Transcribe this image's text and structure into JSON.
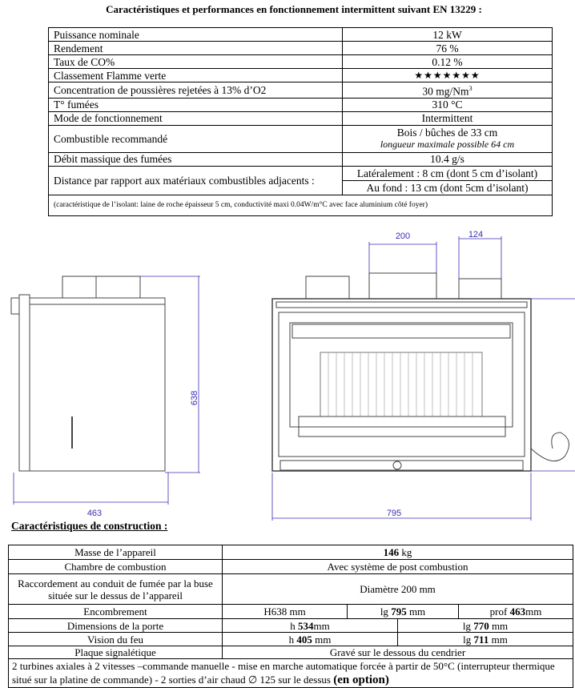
{
  "performance": {
    "title": "Caractéristiques et performances en fonctionnement intermittent suivant EN 13229 :",
    "rows": [
      {
        "label": "Puissance nominale",
        "value": "12 kW"
      },
      {
        "label": "Rendement",
        "value": "76 %"
      },
      {
        "label": "Taux de CO%",
        "value": "0.12 %"
      },
      {
        "label": "Classement Flamme verte",
        "value": "★★★★★★★"
      },
      {
        "label": "Concentration de poussières rejetées à 13% d’O2",
        "value": "30 mg/Nm",
        "sup": "3"
      },
      {
        "label": "T° fumées",
        "value": "310 °C"
      },
      {
        "label": "Mode de fonctionnement",
        "value": "Intermittent"
      },
      {
        "label": "Combustible recommandé",
        "value": "Bois / bûches de 33 cm",
        "value2": "longueur maximale possible 64 cm"
      },
      {
        "label": "Débit massique des fumées",
        "value": "10.4 g/s"
      },
      {
        "label": "Distance par rapport aux matériaux combustibles adjacents :",
        "value": "Latéralement : 8 cm (dont 5 cm d’isolant)",
        "value2": "Au fond : 13 cm (dont 5cm d’isolant)"
      }
    ],
    "note": "(caractéristique de l’isolant: laine de roche épaisseur 5 cm, conductivité maxi 0.04W/m°C avec face aluminium côté foyer)"
  },
  "drawing": {
    "dim_height": "638",
    "dim_depth": "463",
    "dim_width": "795",
    "dim_outlet": "200",
    "dim_air": "124",
    "line_color": "#3a2fb0"
  },
  "construction": {
    "title": "Caractéristiques de construction :",
    "mass_label": "Masse de l’appareil",
    "mass_bold": "146",
    "mass_unit": " kg",
    "chamber_label": "Chambre de combustion",
    "chamber_value": "Avec système de post combustion",
    "flue_label": "Raccordement au conduit de fumée par la buse située sur le dessus de l’appareil",
    "flue_value": "Diamètre 200 mm",
    "size_label": "Encombrement",
    "size_h": "H638 mm",
    "size_lg_pre": "lg ",
    "size_lg": "795",
    "size_lg_unit": " mm",
    "size_prof_pre": "prof ",
    "size_prof": "463",
    "size_prof_unit": "mm",
    "door_label": "Dimensions de la porte",
    "door_h_pre": "h ",
    "door_h": "534",
    "door_h_unit": "mm",
    "door_lg_pre": "lg ",
    "door_lg": "770",
    "door_lg_unit": " mm",
    "vision_label": "Vision  du feu",
    "vision_h_pre": "h ",
    "vision_h": "405",
    "vision_h_unit": " mm",
    "vision_lg_pre": "lg ",
    "vision_lg": "711",
    "vision_lg_unit": " mm",
    "plate_label": "Plaque signalétique",
    "plate_value": "Gravé sur le dessous du cendrier",
    "footer": "2 turbines axiales à 2 vitesses –commande manuelle - mise en marche automatique forcée à partir de 50°C (interrupteur thermique situé sur la platine de commande) - 2 sorties d’air chaud ∅ 125 sur le dessus ",
    "footer_bold": "(en option)"
  }
}
